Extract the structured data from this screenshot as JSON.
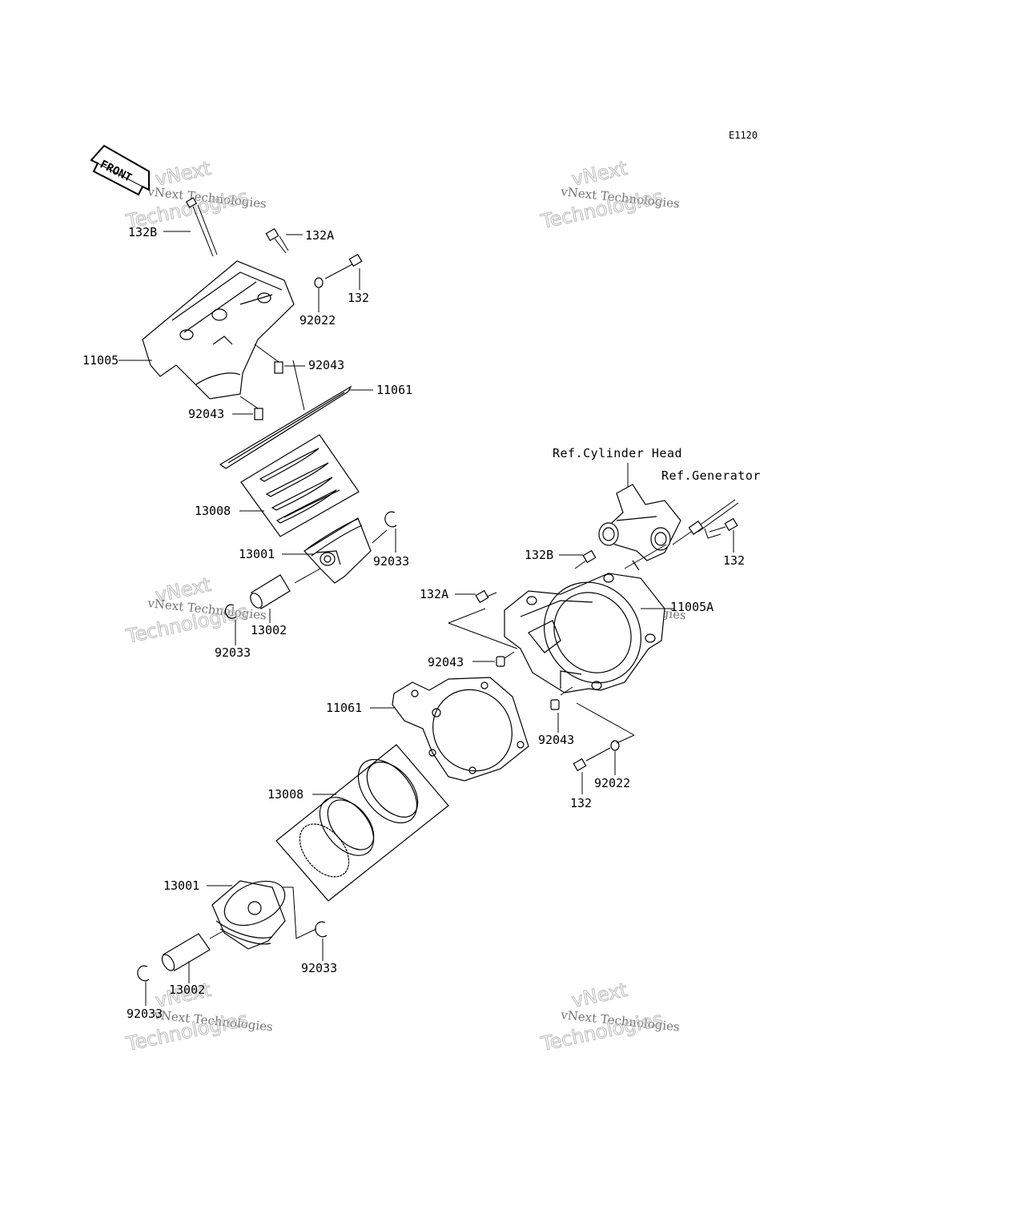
{
  "diagram": {
    "code": "E1120",
    "front_label": "FRONT",
    "references": {
      "cylinder_head": "Ref.Cylinder Head",
      "generator": "Ref.Generator"
    },
    "watermark": {
      "line1": "vNext",
      "line2": "vNext Technologies",
      "line3": "Technologies"
    },
    "upper_assembly": {
      "bolt_132B": "132B",
      "bolt_132A": "132A",
      "bolt_132": "132",
      "washer_92022": "92022",
      "cylinder_11005": "11005",
      "dowel_92043_right": "92043",
      "gasket_11061": "11061",
      "dowel_92043_left": "92043",
      "rings_13008": "13008",
      "piston_13001": "13001",
      "clip_92033_right": "92033",
      "pin_13002": "13002",
      "clip_92033_left": "92033"
    },
    "lower_assembly": {
      "bolt_132_generator": "132",
      "bolt_132B": "132B",
      "bolt_132A": "132A",
      "cylinder_11005A": "11005A",
      "dowel_92043_upper": "92043",
      "gasket_11061": "11061",
      "dowel_92043_lower": "92043",
      "washer_92022": "92022",
      "bolt_132": "132",
      "rings_13008": "13008",
      "piston_13001": "13001",
      "clip_92033_right": "92033",
      "pin_13002": "13002",
      "clip_92033_left": "92033"
    }
  }
}
